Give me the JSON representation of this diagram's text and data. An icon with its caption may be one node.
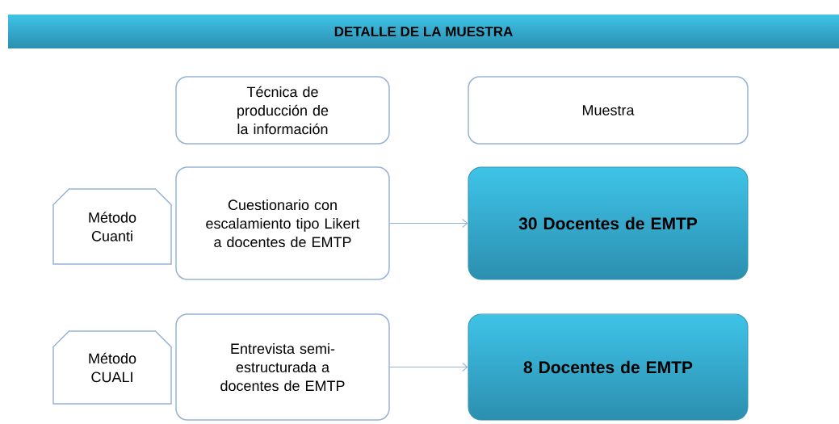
{
  "diagram": {
    "title": "DETALLE DE LA MUESTRA",
    "nodes": [
      {
        "text": [
          "Técnica de producción de la información"
        ]
      },
      {
        "text": [
          "Muestra"
        ]
      },
      {
        "text": [
          "Método Cuanti"
        ]
      },
      {
        "text": [
          "Cuestionario con escalamiento tipo Likert a docentes de EMTP"
        ]
      },
      {
        "text": [
          "30 Docentes de EMTP"
        ]
      },
      {
        "text": [
          "Método CUALI"
        ]
      },
      {
        "text": [
          "Entrevista semi-estructurada a docentes de EMTP"
        ]
      },
      {
        "text": [
          "8 Docentes de EMTP"
        ]
      }
    ],
    "edges": [
      {
        "from": 3,
        "to": 4,
        "arrow": "to"
      },
      {
        "from": 6,
        "to": 7,
        "arrow": "to"
      }
    ]
  }
}
